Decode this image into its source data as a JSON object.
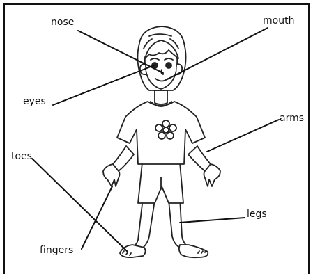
{
  "diagram": {
    "labels": {
      "nose": "nose",
      "mouth": "mouth",
      "eyes": "eyes",
      "arms": "arms",
      "toes": "toes",
      "legs": "legs",
      "fingers": "fingers"
    },
    "colors": {
      "ink": "#111111",
      "background": "#ffffff"
    }
  }
}
